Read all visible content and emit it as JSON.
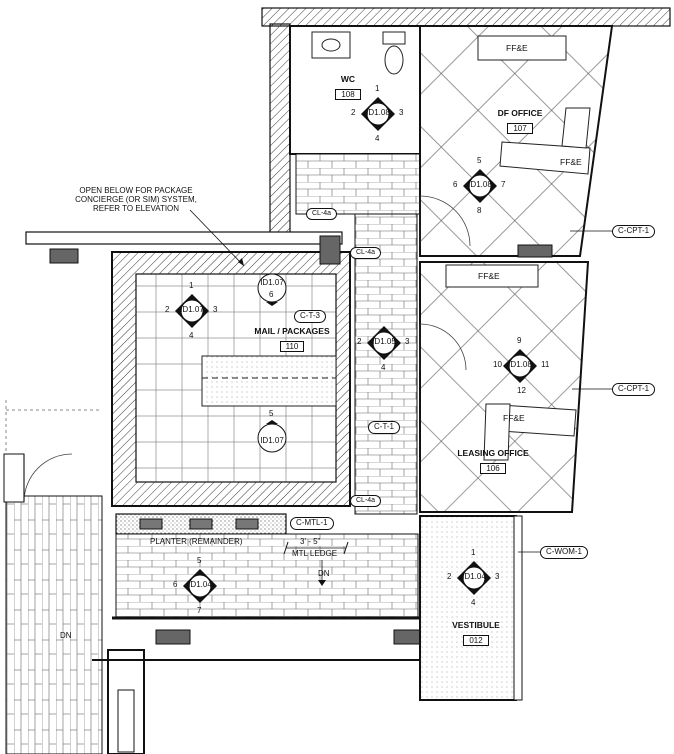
{
  "rooms": [
    {
      "id": "wc",
      "name": "WC",
      "number": "108"
    },
    {
      "id": "df",
      "name": "DF OFFICE",
      "number": "107"
    },
    {
      "id": "mail",
      "name": "MAIL / PACKAGES",
      "number": "110"
    },
    {
      "id": "leasing",
      "name": "LEASING OFFICE",
      "number": "106"
    },
    {
      "id": "vestibule",
      "name": "VESTIBULE",
      "number": "012"
    }
  ],
  "furniture_labels": [
    "FF&E",
    "FF&E",
    "FF&E",
    "FF&E"
  ],
  "finish_tags": {
    "cpt_upper": "C-CPT-1",
    "cpt_lower": "C-CPT-1",
    "wom": "C-WOM-1",
    "t3": "C-T-3",
    "t1": "C-T-1",
    "mtl": "C-MTL-1",
    "bubble_upper": "CL-4a",
    "bubble_lower": "CL-4a",
    "bubble_wc": "CL-4a"
  },
  "note_open_below": "OPEN BELOW FOR PACKAGE\nCONCIERGE (OR SIM) SYSTEM,\nREFER TO ELEVATION",
  "planter": "PLANTER (REMAINDER)",
  "dimension": "3' - 5\"",
  "mtl_ledge": "MTL LEDGE",
  "dn_right": "DN",
  "dn_left": "DN",
  "elevations": [
    {
      "id": "wc",
      "label": "ID1.08",
      "nums": [
        "1",
        "2",
        "3",
        "4"
      ]
    },
    {
      "id": "df",
      "label": "ID1.08",
      "nums": [
        "5",
        "6",
        "7",
        "8"
      ]
    },
    {
      "id": "mail",
      "label": "ID1.07",
      "nums": [
        "1",
        "2",
        "3",
        "4"
      ]
    },
    {
      "id": "corridor",
      "label": "ID1.05",
      "nums": [
        "",
        "2",
        "3",
        "4"
      ]
    },
    {
      "id": "leasing",
      "label": "ID1.08",
      "nums": [
        "9",
        "10",
        "11",
        "12"
      ]
    },
    {
      "id": "vestibule",
      "label": "ID1.04",
      "nums": [
        "1",
        "2",
        "3",
        "4"
      ]
    },
    {
      "id": "lower",
      "label": "ID1.04",
      "nums": [
        "5",
        "6",
        "",
        "7"
      ]
    }
  ],
  "circle_markers": [
    {
      "id": "mail-top",
      "label": "ID1.07",
      "num": "6"
    },
    {
      "id": "mail-bottom",
      "label": "ID1.07",
      "num": "5"
    }
  ]
}
